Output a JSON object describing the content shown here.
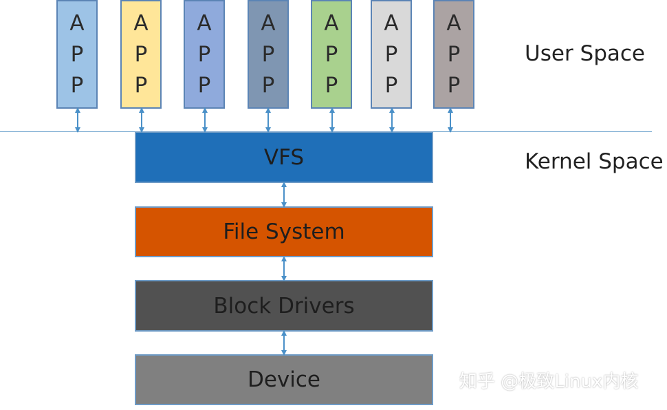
{
  "user_space_label": "User Space",
  "kernel_space_label": "Kernel Space",
  "apps": [
    {
      "letters": [
        "A",
        "P",
        "P"
      ],
      "color": "#9dc3e6"
    },
    {
      "letters": [
        "A",
        "P",
        "P"
      ],
      "color": "#ffe699"
    },
    {
      "letters": [
        "A",
        "P",
        "P"
      ],
      "color": "#8faadc"
    },
    {
      "letters": [
        "A",
        "P",
        "P"
      ],
      "color": "#7f96b2"
    },
    {
      "letters": [
        "A",
        "P",
        "P"
      ],
      "color": "#a9d18e"
    },
    {
      "letters": [
        "A",
        "P",
        "P"
      ],
      "color": "#d9d9d9"
    },
    {
      "letters": [
        "A",
        "P",
        "P"
      ],
      "color": "#aba3a3"
    }
  ],
  "layers": [
    {
      "label": "VFS",
      "color": "#1f6fb8"
    },
    {
      "label": "File System",
      "color": "#d55400"
    },
    {
      "label": "Block Drivers",
      "color": "#515151"
    },
    {
      "label": "Device",
      "color": "#808080"
    }
  ],
  "watermark": "知乎 @极致Linux内核"
}
